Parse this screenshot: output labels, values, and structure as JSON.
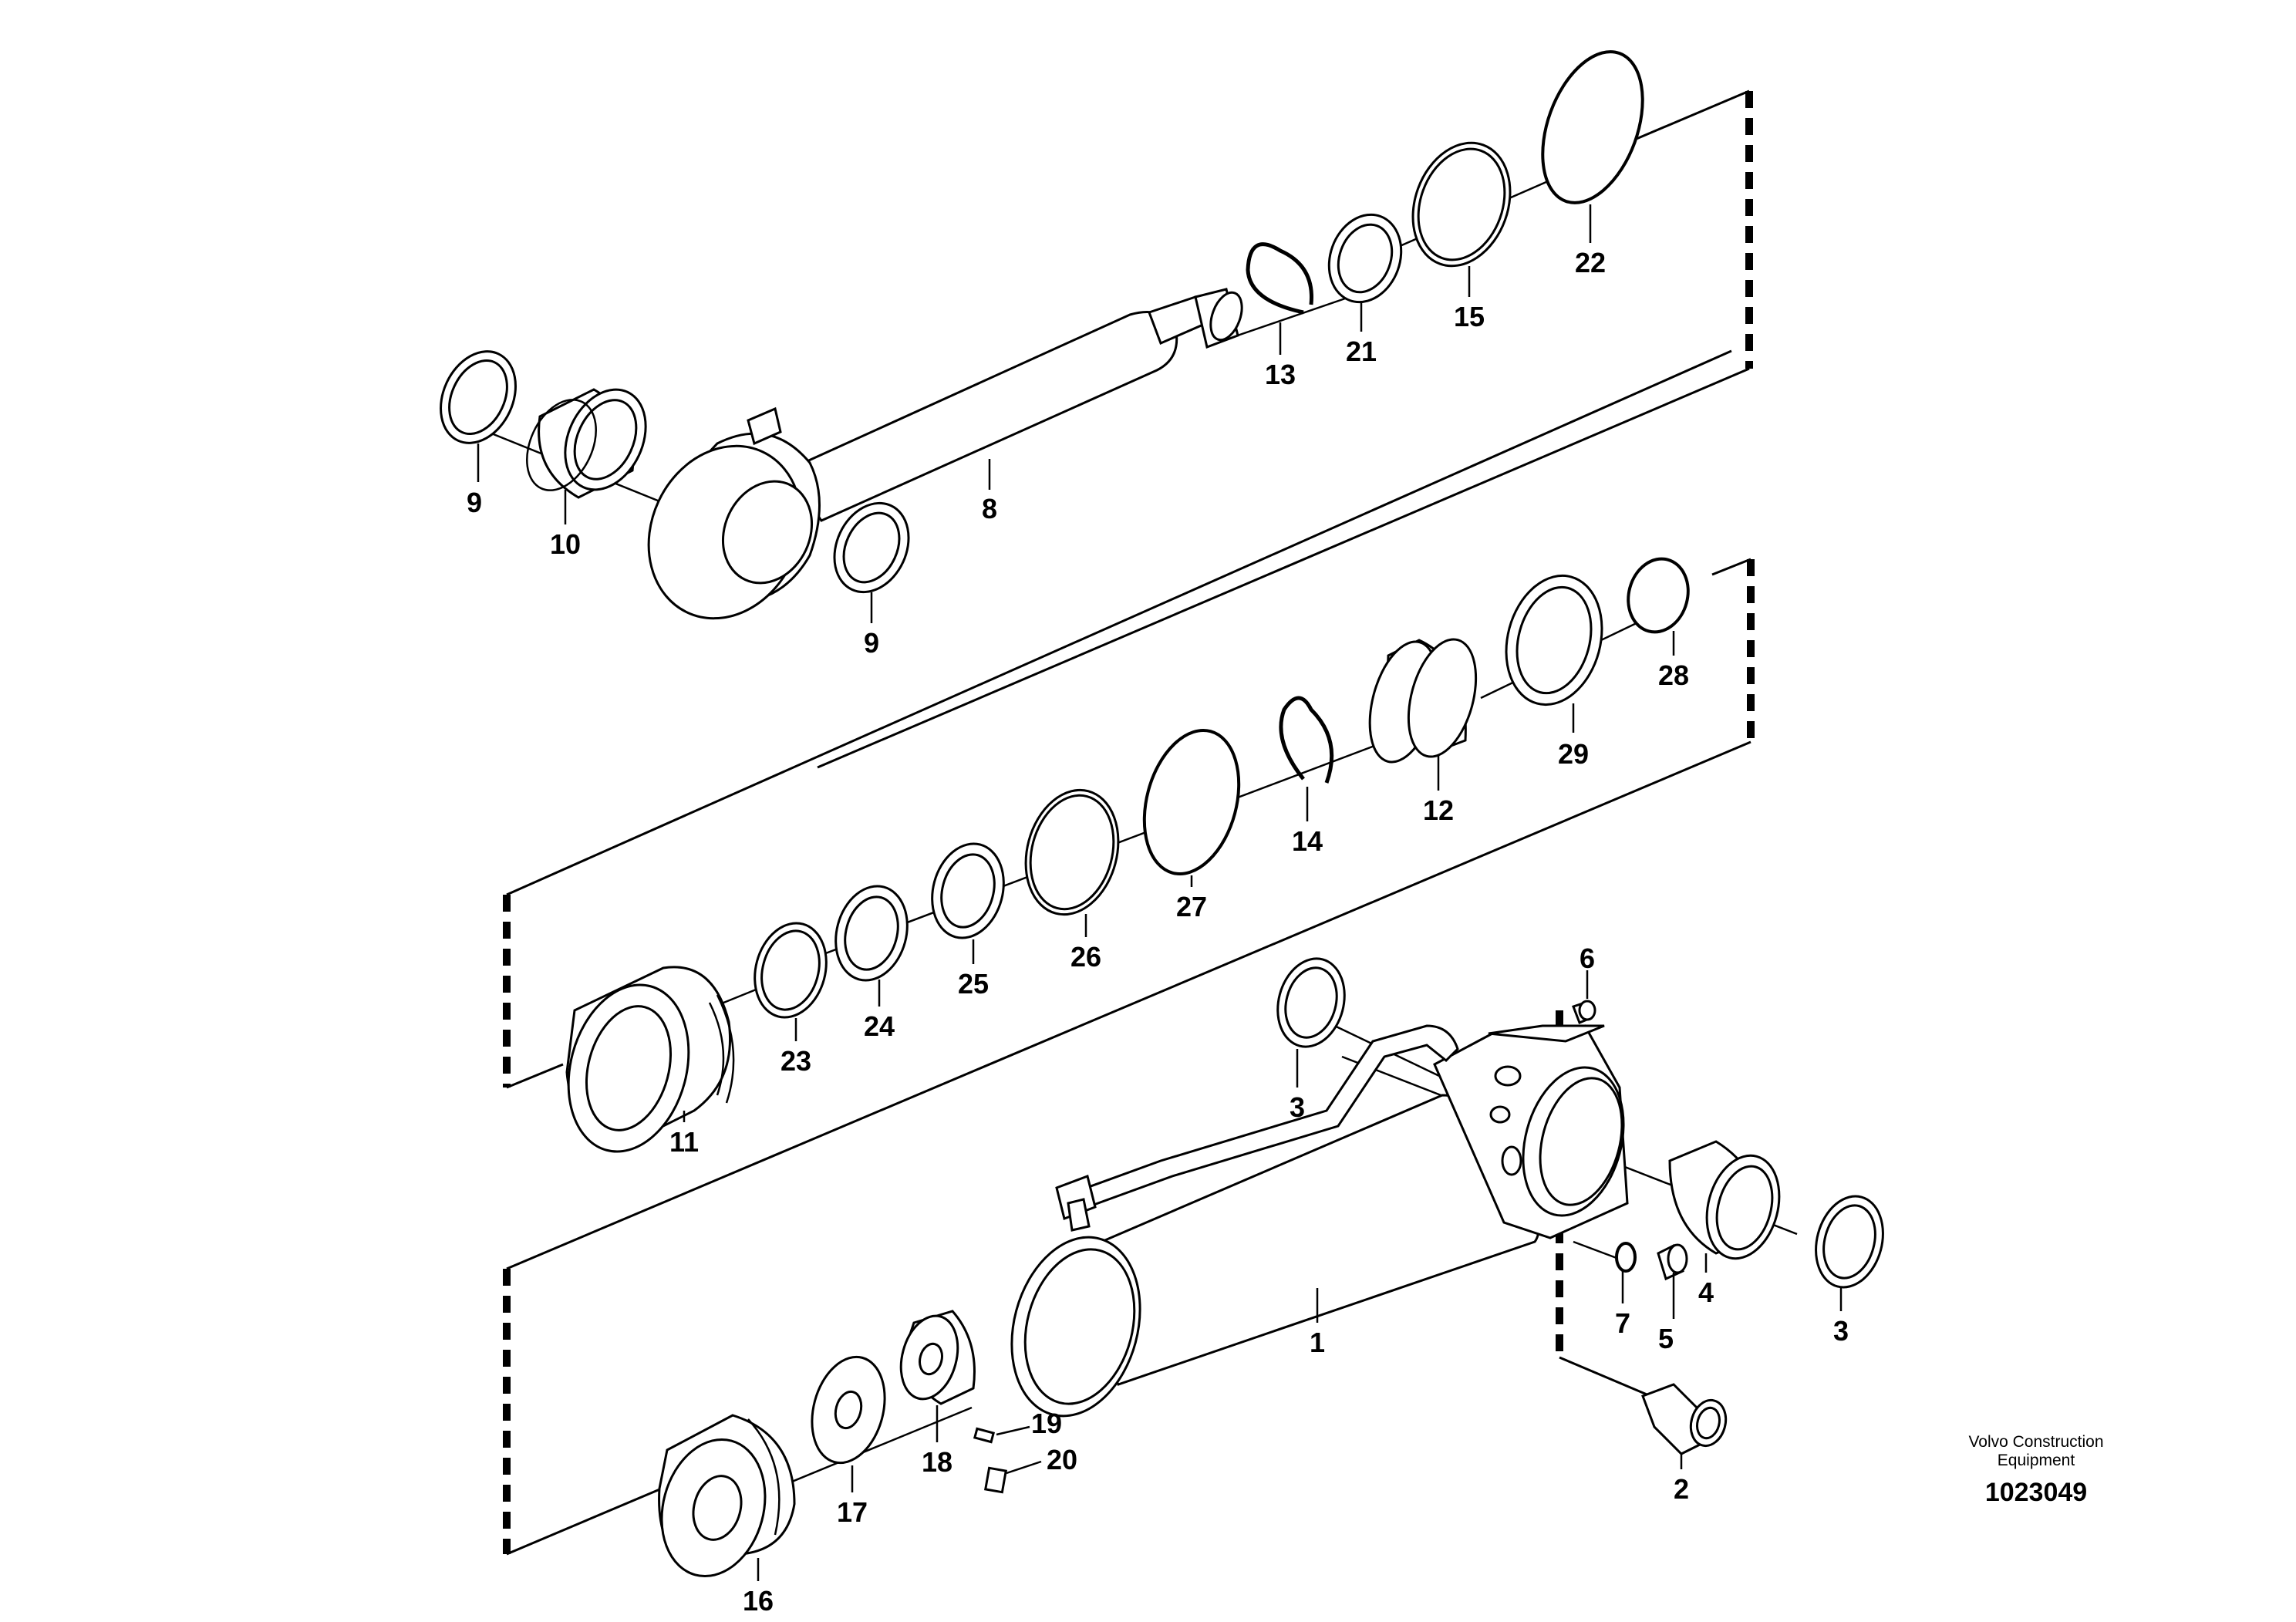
{
  "diagram": {
    "part_numbers": [
      "1",
      "2",
      "3",
      "3",
      "4",
      "5",
      "6",
      "7",
      "8",
      "9",
      "9",
      "10",
      "11",
      "12",
      "13",
      "14",
      "15",
      "16",
      "17",
      "18",
      "19",
      "20",
      "21",
      "22",
      "23",
      "24",
      "25",
      "26",
      "27",
      "28",
      "29"
    ],
    "brand_line_1": "Volvo Construction",
    "brand_line_2": "Equipment",
    "document_number": "1023049"
  }
}
